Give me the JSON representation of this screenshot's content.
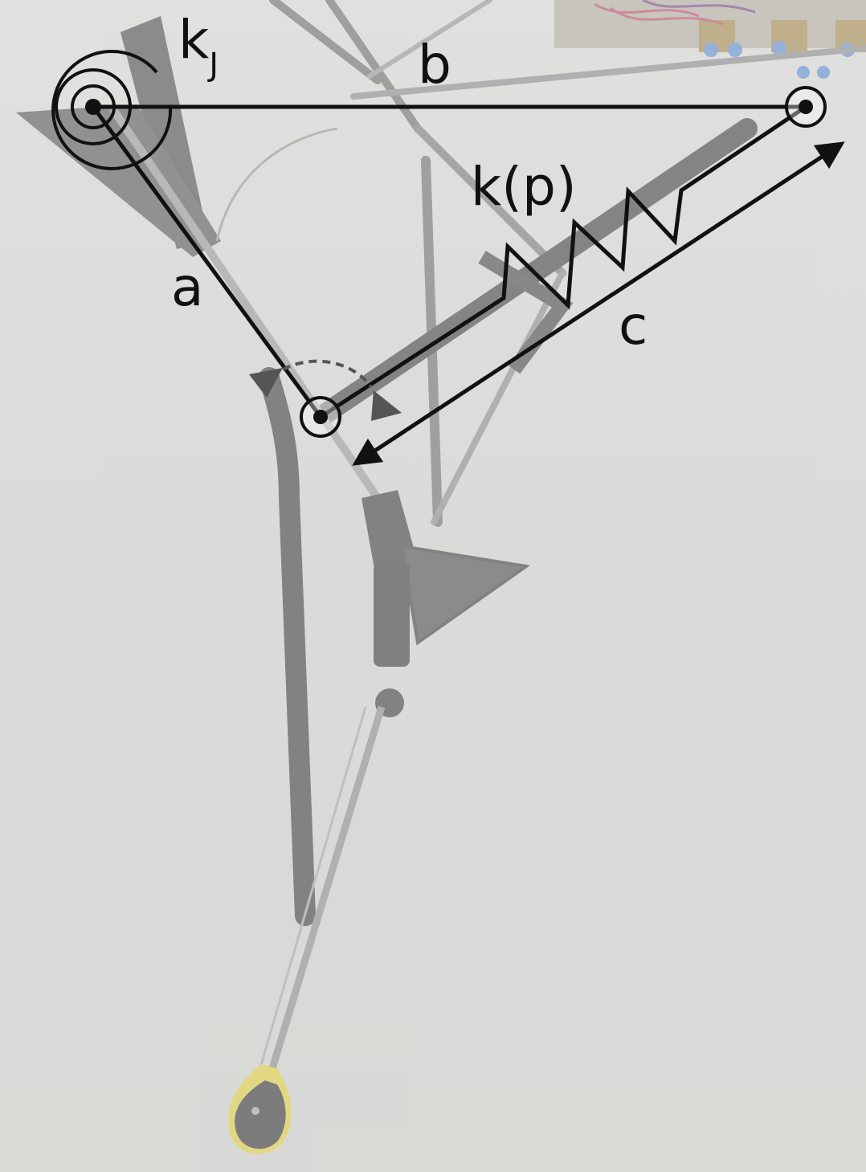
{
  "labels": {
    "kj_main": "k",
    "kj_sub": "J",
    "b": "b",
    "kp": "k(p)",
    "a": "a",
    "c": "c"
  },
  "colors": {
    "background": "#dcdcdb",
    "ink": "#111111",
    "photo_grey": "#8d8d8d",
    "photo_dark": "#6e6e6e",
    "foot_yellow": "#e9d63b",
    "valve_blue": "#5b8fd6",
    "dashed_arc": "#555555"
  }
}
